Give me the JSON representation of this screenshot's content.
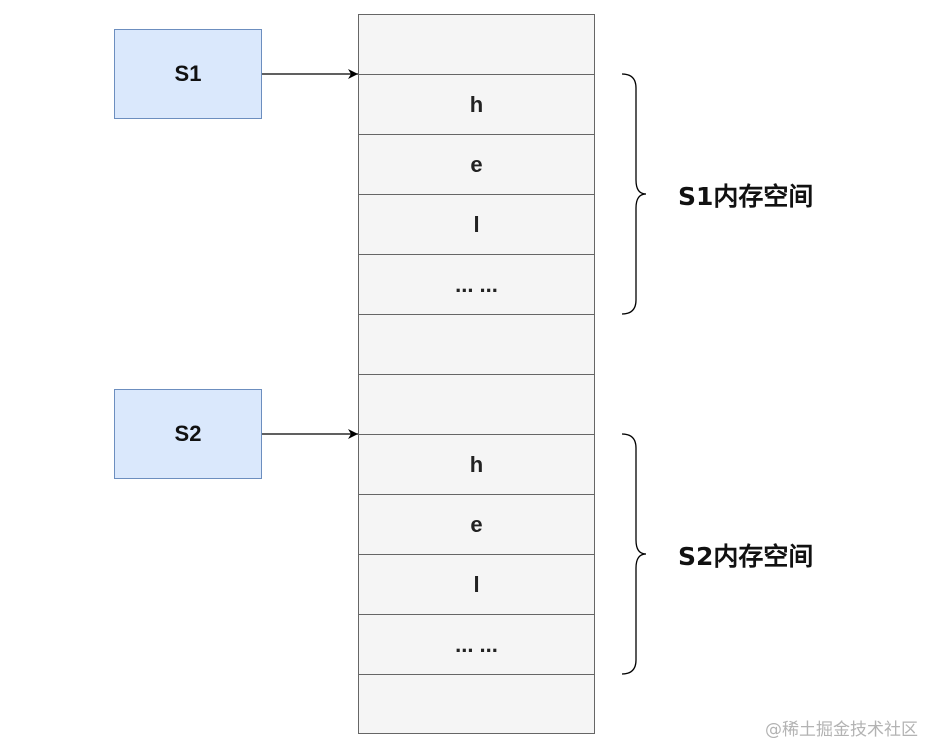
{
  "pointers": [
    {
      "label": "S1"
    },
    {
      "label": "S2"
    }
  ],
  "memory_cells": [
    "",
    "h",
    "e",
    "l",
    "... ...",
    "",
    "",
    "h",
    "e",
    "l",
    "... ...",
    ""
  ],
  "regions": [
    {
      "label": "S1内存空间"
    },
    {
      "label": "S2内存空间"
    }
  ],
  "watermark": "@稀土掘金技术社区",
  "colors": {
    "pointer_fill": "#dae8fc",
    "pointer_border": "#6c8ebf",
    "cell_fill": "#f5f5f5",
    "cell_border": "#666666"
  }
}
